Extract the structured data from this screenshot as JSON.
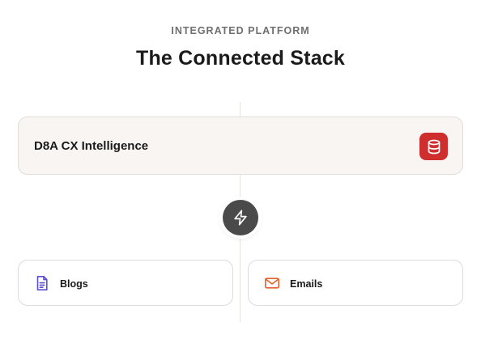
{
  "header": {
    "eyebrow": "INTEGRATED PLATFORM",
    "title": "The Connected Stack"
  },
  "main_card": {
    "label": "D8A CX Intelligence",
    "icon": "database-icon",
    "badge_color": "#cf2e2e"
  },
  "hub": {
    "icon": "lightning-bolt-icon",
    "color": "#4a4a4a"
  },
  "channels": [
    {
      "label": "Blogs",
      "icon": "document-icon",
      "color": "#5b4fd6"
    },
    {
      "label": "Emails",
      "icon": "mail-icon",
      "color": "#e5622e"
    }
  ]
}
